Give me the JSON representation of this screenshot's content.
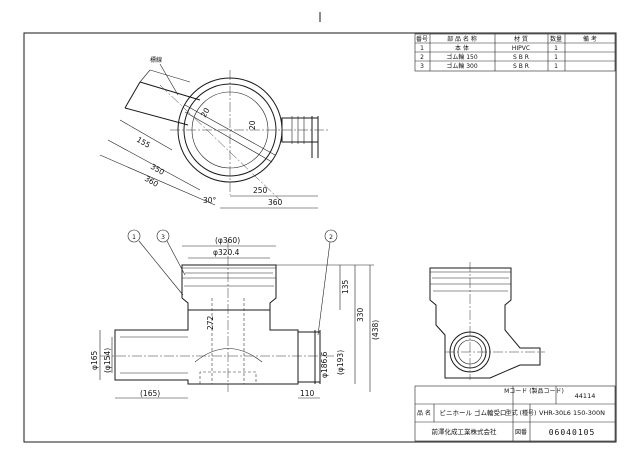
{
  "parts_table": {
    "headers": [
      "番号",
      "部 品 名 称",
      "材 質",
      "数量",
      "備 考"
    ],
    "rows": [
      {
        "no": "1",
        "name": "本 体",
        "material": "HIPVC",
        "qty": "1",
        "note": ""
      },
      {
        "no": "2",
        "name": "ゴム輪 150",
        "material": "S B R",
        "qty": "1",
        "note": ""
      },
      {
        "no": "3",
        "name": "ゴム輪 300",
        "material": "S B R",
        "qty": "1",
        "note": ""
      }
    ]
  },
  "top_view": {
    "label_marker": "標線",
    "dims": {
      "d155": "155",
      "d350": "350",
      "d360a": "360",
      "d20a": "20",
      "d20b": "20",
      "d250": "250",
      "d360b": "360",
      "angle": "30°"
    }
  },
  "front_view": {
    "balloons": [
      "1",
      "3",
      "2"
    ],
    "dims": {
      "phi360": "(φ360)",
      "phi320": "φ320.4",
      "h272": "272",
      "h135": "135",
      "h330": "330",
      "h438": "(438)",
      "phi186": "φ186.6",
      "phi193": "(φ193)",
      "phi165": "φ165",
      "phi154": "(φ154)",
      "l165": "(165)",
      "l110": "110"
    }
  },
  "title_block": {
    "mcode_label": "Mコード (製品コード)",
    "mcode_value": "44114",
    "name_label": "品 名",
    "name_value": "ビニホール ゴム輪受口",
    "model_label": "型式 (種号)",
    "model_value": "VHR-30L6 150-300N",
    "company": "前澤化成工業株式会社",
    "drawing_no_label": "図番",
    "drawing_no": "06040105"
  }
}
